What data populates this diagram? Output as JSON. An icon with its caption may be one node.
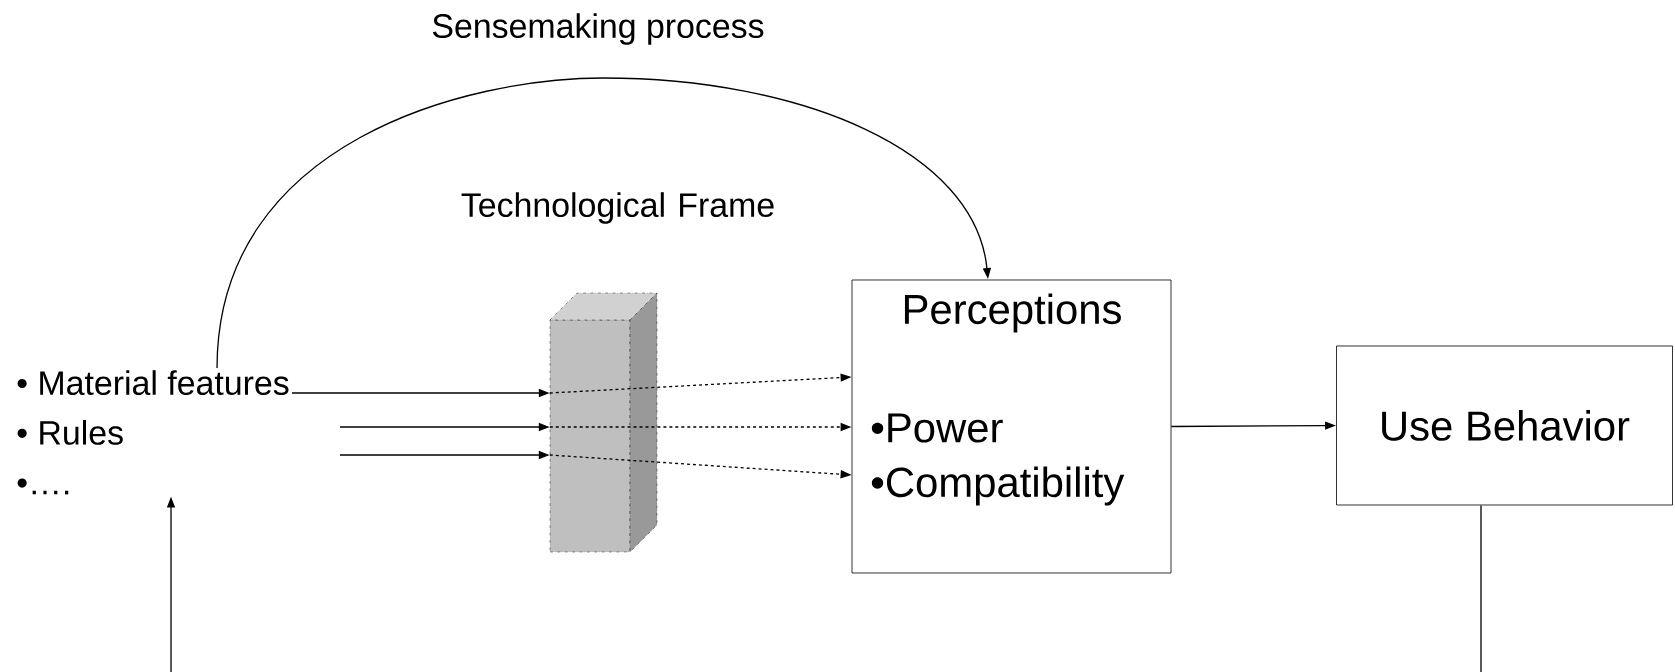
{
  "diagram": {
    "nodes": [
      {
        "text": [
          "• Material features",
          "• Rules",
          "•…."
        ]
      },
      {
        "text": [
          "Technological Frame"
        ]
      },
      {
        "text": [
          "Perceptions",
          "•Power",
          "•Compatibility"
        ]
      },
      {
        "text": [
          "Use Behavior"
        ]
      }
    ],
    "edges": [
      {
        "from": 0,
        "to": 2,
        "arrow": "to",
        "label": "Sensemaking process"
      },
      {
        "from": 0,
        "to": 1,
        "arrow": "to"
      },
      {
        "from": 0,
        "to": 1,
        "arrow": "to"
      },
      {
        "from": 0,
        "to": 1,
        "arrow": "to"
      },
      {
        "from": 1,
        "to": 2,
        "arrow": "to",
        "style": "dashed"
      },
      {
        "from": 1,
        "to": 2,
        "arrow": "to",
        "style": "dashed"
      },
      {
        "from": 1,
        "to": 2,
        "arrow": "to",
        "style": "dashed"
      },
      {
        "from": 2,
        "to": 3,
        "arrow": "to"
      },
      {
        "from": 3,
        "to": null,
        "arrow": "none"
      },
      {
        "from": null,
        "to": 0,
        "arrow": "to"
      }
    ]
  }
}
